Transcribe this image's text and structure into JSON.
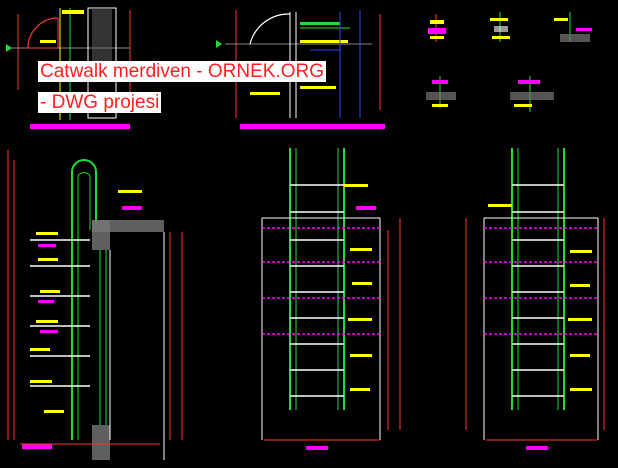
{
  "title_line_1": "Catwalk merdiven - ORNEK.ORG",
  "title_line_2": "- DWG projesi",
  "colors": {
    "background": "#000000",
    "ladder": "#22dd33",
    "rung": "#ffffff",
    "text_bar": "#ffff00",
    "label_bar": "#ff00ff",
    "dimension": "#ff3333",
    "title_text": "#ff1f1f",
    "title_bg": "#ffffff"
  },
  "views": [
    {
      "name": "plan-detail-left"
    },
    {
      "name": "plan-detail-center"
    },
    {
      "name": "section-details-small"
    },
    {
      "name": "side-section"
    },
    {
      "name": "front-elevation"
    },
    {
      "name": "rear-elevation"
    }
  ]
}
